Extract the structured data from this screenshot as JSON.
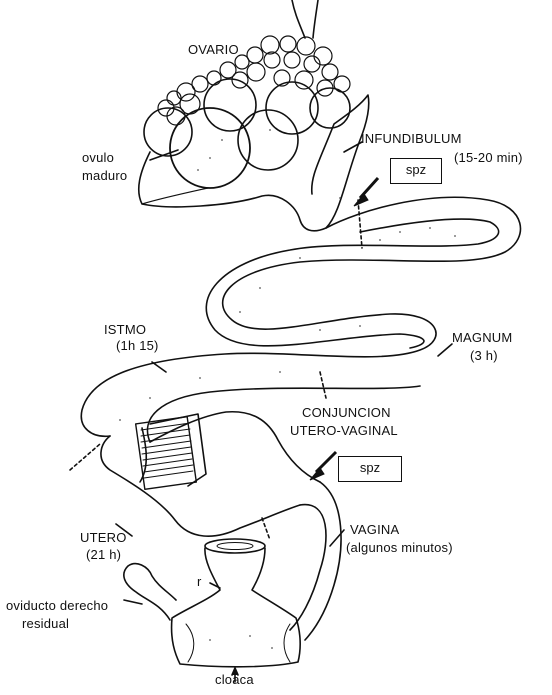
{
  "labels": {
    "ovario": "OVARIO",
    "ovulo_maduro_1": "ovulo",
    "ovulo_maduro_2": "maduro",
    "infundibulum": "INFUNDIBULUM",
    "infundibulum_time": "(15-20 min)",
    "spz_top": "spz",
    "istmo": "ISTMO",
    "istmo_time": "(1h 15)",
    "magnum": "MAGNUM",
    "magnum_time": "(3 h)",
    "conjuncion_1": "CONJUNCION",
    "conjuncion_2": "UTERO-VAGINAL",
    "spz_bottom": "spz",
    "utero": "UTERO",
    "utero_time": "(21 h)",
    "r_marker": "r",
    "vagina": "VAGINA",
    "vagina_time": "(algunos minutos)",
    "oviducto_1": "oviducto derecho",
    "oviducto_2": "residual",
    "cloaca": "cloaca"
  },
  "colors": {
    "ink": "#111111",
    "paper": "#ffffff",
    "stipple": "#555555"
  }
}
